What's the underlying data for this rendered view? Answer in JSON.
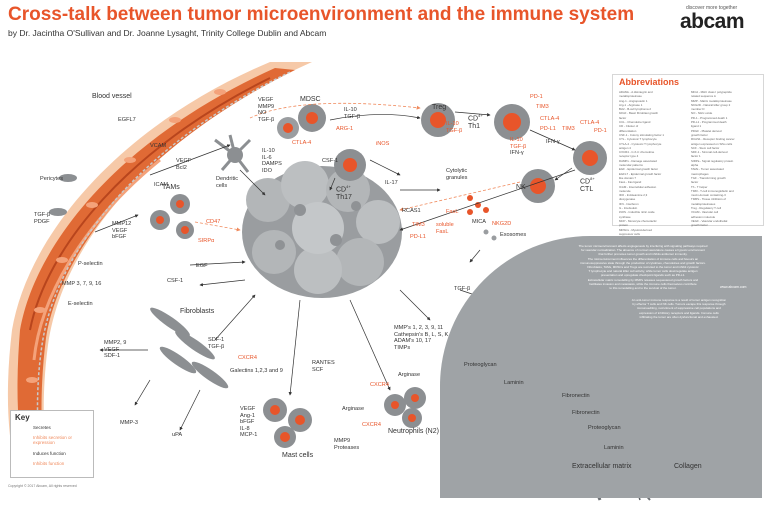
{
  "header": {
    "title": "Cross-talk between tumor microenvironment and the immune system",
    "subtitle": "by Dr. Jacintha O'Sullivan and Dr. Joanne Lysaght, Trinity College Dublin and Abcam"
  },
  "brand": {
    "name": "abcam",
    "tagline": "discover more together"
  },
  "colors": {
    "accent": "#e8552a",
    "vessel": "#e07040",
    "cell_gray": "#8c8f92",
    "panel": "#9fa3a6"
  },
  "abbreviations": {
    "title": "Abbreviations",
    "col1": [
      "ADAMs - A disintegrin and",
      "metalloproteinase",
      "Ang-1 - Angiopoietin 1",
      "Arg-1 - Arginase 1",
      "Bcl2 - B-cell lymphoma 2",
      "bFGF - Basic fibroblast growth",
      "factor",
      "CCL - Chemokine ligand",
      "CD - Cluster of",
      "differentiation",
      "CSF-1 - Colony stimulating factor 1",
      "CTL - Cytotoxic T lymphocyte",
      "CTLA-4 - Cytotoxic T lymphocyte",
      "antigen 4",
      "CXCR4 - C-X-C chemokine",
      "receptor type 4",
      "DAMPs - Damage associated",
      "molecular patterns",
      "EGF - Epidermal growth factor",
      "EGFL7 - Epidermal growth factor",
      "like domain 7",
      "FasL - Fas ligand",
      "ICAM - Intercellular adhesion",
      "molecule",
      "IDO - Indoleamine 2,3",
      "dioxygenase",
      "IFN - Interferon",
      "IL - Interleukin",
      "iNOS - Inducible nitric oxide",
      "synthase",
      "MCP - Monocyte chemotactic",
      "protein",
      "MDSCs - Myeloid-derived",
      "suppressor cells"
    ],
    "col2": [
      "MICA - MHC class I polypeptide",
      "related sequence A",
      "MMP - Matrix metalloproteinase",
      "NKG2D - Natural killer group 2",
      "member D",
      "NO - Nitric oxide",
      "PD-1 - Programmed death 1",
      "PD-L1 - Programmed death",
      "ligand 1",
      "PDGF - Platelet derived",
      "growth factor",
      "RCAS1 - Receptor binding cancer",
      "antigen expressed on SiSo cells",
      "SCF - Stem cell factor",
      "SDF-1 - Stromal cell-derived",
      "factor 1",
      "SIRPa - Signal regulatory protein",
      "alpha",
      "TAMs - Tumor associated",
      "macrophages",
      "TGF - Transforming growth",
      "factor",
      "Th - T helper",
      "TIM3 - T-cell immunoglobulin and",
      "mucin-domain containing-3",
      "TIMPs - Tissue inhibitors of",
      "metalloproteinases",
      "Treg - Regulatory T cell",
      "VCAM - Vascular cell",
      "adhesion molecule",
      "VEGF - Vascular endothelial",
      "growth factor"
    ]
  },
  "panel": {
    "para1": [
      "The tumor microenvironment affects angiogenesis by interfering with signaling pathways required",
      "for vascular normalization. The absence of normal vasculature causes a hypoxic environment",
      "that further promotes tumor growth and inhibits antitumor immunity.",
      "The microenvironment influences the differentiation of immune cells and favours an",
      "immunosuppressive state through the production of cytokines, chemokines and growth factors.",
      "Fibroblasts, TAMs, MDSCs and Tregs are recruited to the tumor and inhibit cytotoxic",
      "T lymphocyte and natural killer cell activity, while tumor cells downregulate antigen",
      "presentation and upregulate checkpoint ligands such as PD-L1.",
      "Extracellular matrix remodelling by MMPs releases sequestered growth factors and",
      "facilitates invasion and metastasis, while the immune cells themselves contribute",
      "to this remodelling and to the survival of the tumor."
    ],
    "para2": [
      "An anti-tumor immune response is a result of tumor antigen recognition",
      "by effector T cells and NK cells. Tumors escape this response through",
      "immunoediting, recruitment of suppressive cell populations and",
      "expression of inhibitory receptors and ligands. Immune cells",
      "infiltrating the tumor are often dysfunctional and exhausted."
    ],
    "site": "www.abcam.com"
  },
  "labels": {
    "blood_vessel": "Blood vessel",
    "egfl7": "EGFL7",
    "vcam": "VCAM",
    "pericytes": "Pericytes",
    "icam": "ICAM",
    "vegf_bcl2": [
      "VEGF",
      "Bcl2"
    ],
    "tgfb_pdgf": [
      "TGF-β",
      "PDGF"
    ],
    "p_selectin": "P-selectin",
    "mmp_379": "MMP 3, 7, 9, 16",
    "e_selectin": "E-selectin",
    "mdsc": "MDSC",
    "mdsc_factors": [
      "VEGF",
      "MMP9",
      "NO",
      "TGF-β"
    ],
    "arg1": "ARG-1",
    "ctla4_a": "CTLA-4",
    "il10_tgfb_a": [
      "IL-10",
      "TGF-β"
    ],
    "inos": "iNOS",
    "treg": "Treg",
    "il10_tgfb_b": [
      "IL-10",
      "TGF-β"
    ],
    "th1": [
      "CD",
      "Th1"
    ],
    "th1_sup": "4+",
    "pd1_a": "PD-1",
    "tim3_a": "TIM3",
    "ctla4_b": "CTLA-4",
    "pdl1_a": "PD-L1",
    "ifng_a": "IFN-γ",
    "ifng_b": "IFN-γ",
    "ctla4_c": "CTLA-4",
    "tim3_b": "TIM3",
    "pd1_b": "PD-1",
    "il10_tgfb_c": [
      "IL-10",
      "TGF-β"
    ],
    "ctl": [
      "CD",
      "CTL"
    ],
    "ctl_sup": "8+",
    "dendritic": [
      "Dendritic",
      "cells"
    ],
    "dc_factors": [
      "IL-10",
      "IL-6",
      "DAMPS",
      "IDO"
    ],
    "csf1_a": "CSF-1",
    "th17": [
      "CD",
      "Th17"
    ],
    "th17_sup": "4+",
    "il17": "IL-17",
    "rcas1": "RCAS1",
    "cytolytic": [
      "Cytolytic",
      "granules"
    ],
    "nk": "NK",
    "mica": "MICA",
    "nkg2d": "NKG2D",
    "exosomes": "Exosomes",
    "tim3_c": "TIM3",
    "fasl": "FasL",
    "soluble_fasl": [
      "soluble",
      "FasL"
    ],
    "pdl1_b": "PD-L1",
    "tams": "TAMs",
    "cd47": "CD47",
    "sirpa": "SIRPα",
    "tam_factors": [
      "MMP12",
      "VEGF",
      "bFGF"
    ],
    "egf": "EGF",
    "csf1_b": "CSF-1",
    "tgfb_right": "TGF-β",
    "fibroblasts": "Fibroblasts",
    "sdf1_tgfb": [
      "SDF-1",
      "TGF-β"
    ],
    "mmp29": [
      "MMP2, 9",
      "VEGF",
      "SDF-1"
    ],
    "mmp3": "MMP-3",
    "upa": "uPA",
    "cxcr4_a": "CXCR4",
    "galectins": "Galectins 1,2,3 and 9",
    "rantes": [
      "RANTES",
      "SCF"
    ],
    "mast_factors": [
      "VEGF",
      "Ang-1",
      "bFGF",
      "IL-8",
      "MCP-1"
    ],
    "mast": "Mast cells",
    "mmp9_prot": [
      "MMP9",
      "Proteases"
    ],
    "arginase_a": "Arginase",
    "arginase_b": "Arginase",
    "cxcr4_b": "CXCR4",
    "cxcr4_c": "CXCR4",
    "neutrophils": "Neutrophils (N2)",
    "mmps": [
      "MMP's 1, 2, 3, 9, 11",
      "Cathepsin's B, L, S, K",
      "ADAM's 10, 17",
      "TIMPs"
    ],
    "proteoglycan_a": "Proteoglycan",
    "laminin_a": "Laminin",
    "fibronectin_a": "Fibronectin",
    "fibronectin_b": "Fibronectin",
    "proteoglycan_b": "Proteoglycan",
    "laminin_b": "Laminin",
    "ecm": "Extracellular matrix",
    "collagen": "Collagen"
  },
  "key": {
    "title": "Key",
    "items": [
      "Secretes",
      "Inhibits secretion or expression",
      "Induces function",
      "Inhibits function"
    ]
  },
  "copyright": "Copyright © 2017 Abcam, All rights reserved"
}
